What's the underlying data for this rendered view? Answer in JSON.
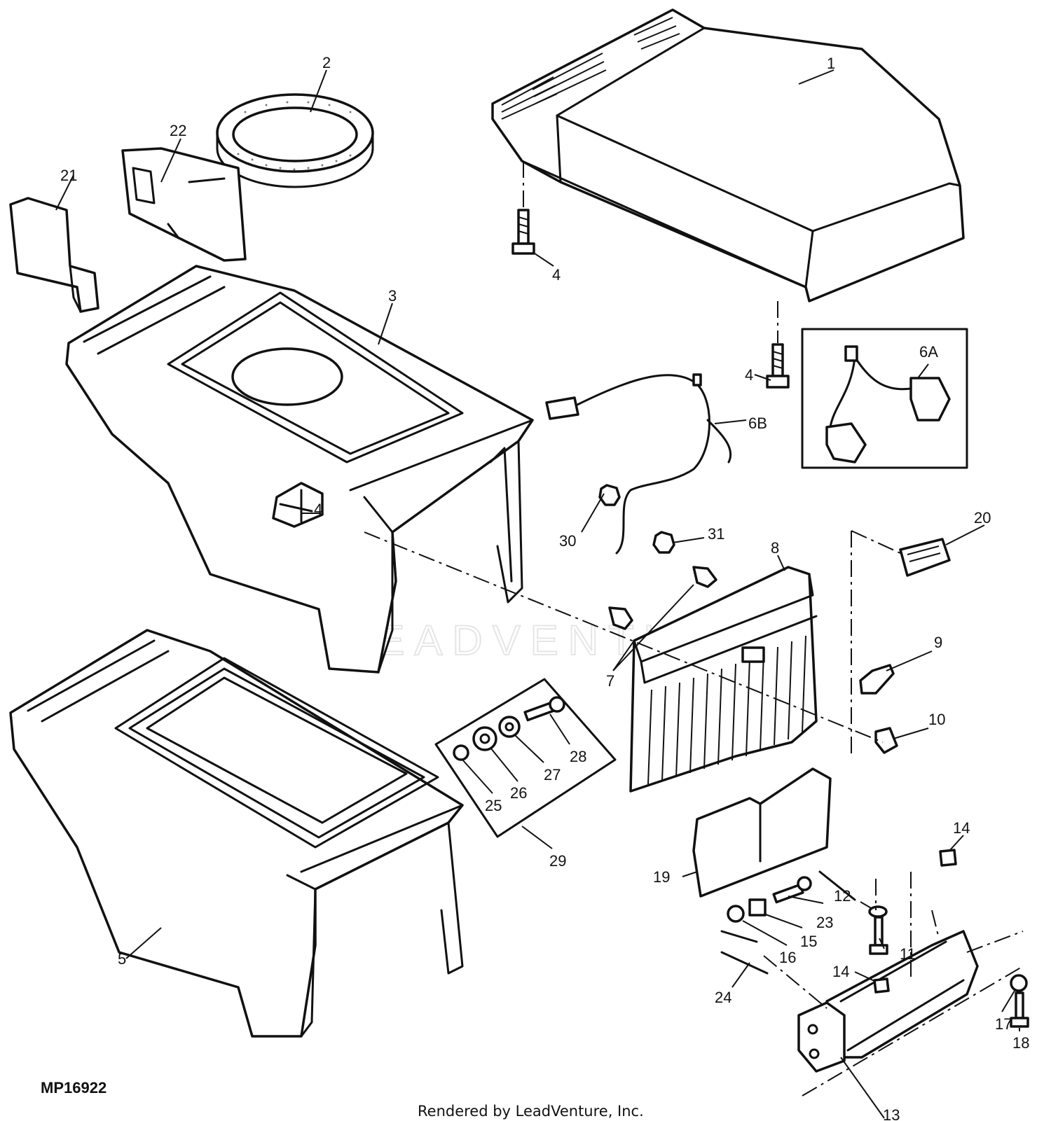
{
  "diagram_code": "MP16922",
  "footer_text": "Rendered by LeadVenture, Inc.",
  "watermark_text": "LEADVENTURE",
  "callouts": {
    "c1": "1",
    "c2": "2",
    "c3": "3",
    "c4a": "4",
    "c4b": "4",
    "c4c": "4",
    "c5": "5",
    "c6a": "6A",
    "c6b": "6B",
    "c7": "7",
    "c8": "8",
    "c9": "9",
    "c10": "10",
    "c11": "11",
    "c12": "12",
    "c13": "13",
    "c14a": "14",
    "c14b": "14",
    "c15": "15",
    "c16": "16",
    "c17": "17",
    "c18": "18",
    "c19": "19",
    "c20": "20",
    "c21": "21",
    "c22": "22",
    "c23": "23",
    "c24": "24",
    "c25": "25",
    "c26": "26",
    "c27": "27",
    "c28": "28",
    "c29": "29",
    "c30": "30",
    "c31": "31"
  },
  "colors": {
    "line": "#111111",
    "background": "#ffffff",
    "watermark": "#e6e6e6"
  }
}
